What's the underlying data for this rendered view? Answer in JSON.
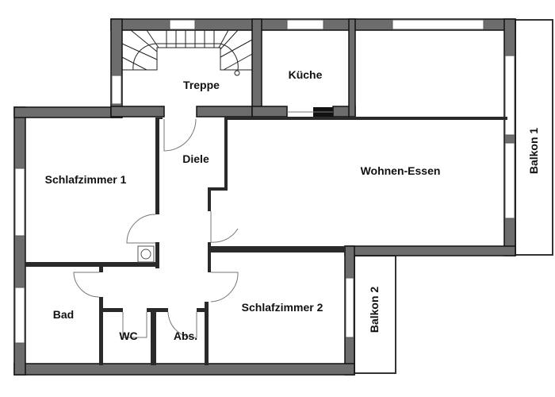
{
  "plan": {
    "rooms": {
      "treppe": "Treppe",
      "kueche": "Küche",
      "diele": "Diele",
      "schlafzimmer1": "Schlafzimmer 1",
      "wohnen_essen": "Wohnen-Essen",
      "balkon1": "Balkon 1",
      "balkon2": "Balkon 2",
      "bad": "Bad",
      "wc": "WC",
      "abs": "Abs.",
      "schlafzimmer2": "Schlafzimmer 2"
    },
    "colors": {
      "wall": "#6d6d6d",
      "inner_wall": "#2a2a2a",
      "background": "#ffffff"
    }
  }
}
